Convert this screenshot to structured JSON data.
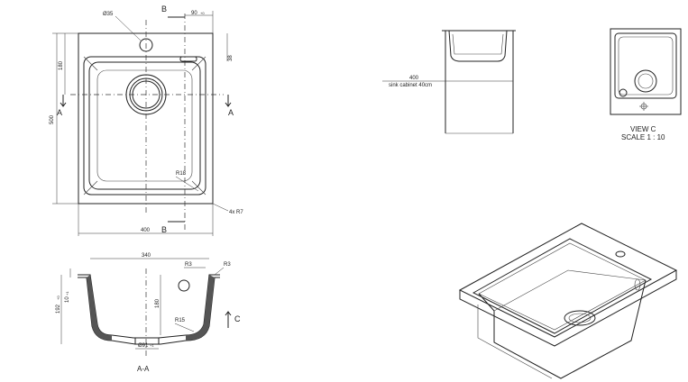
{
  "top_view": {
    "dim_tap_hole": "Ø35",
    "dim_tap_offset": "90",
    "dim_tap_offset_sub": "+0",
    "dim_top_margin": "180",
    "dim_right_small": "38",
    "dim_height": "500",
    "dim_width": "400",
    "radius_inner": "R18",
    "radius_corner": "4x R7",
    "section_b_top": "B",
    "section_b_bottom": "B",
    "section_a_left": "A",
    "section_a_right": "A"
  },
  "section_view": {
    "dim_inner_width": "340",
    "dim_r3_left": "R3",
    "dim_r3_right": "R3",
    "dim_total_depth": "192",
    "dim_total_depth_sub": "+0",
    "dim_rim": "10",
    "dim_rim_sub": "+1",
    "dim_depth": "180",
    "dim_radius_bottom": "R15",
    "dim_drain": "Ø91",
    "dim_drain_sub": "+1",
    "view_c_arrow": "C",
    "label": "A-A"
  },
  "cabinet_view": {
    "dim": "400",
    "note": "sink cabinet 40cm"
  },
  "view_c": {
    "title": "VIEW C",
    "scale": "SCALE 1 : 10"
  }
}
